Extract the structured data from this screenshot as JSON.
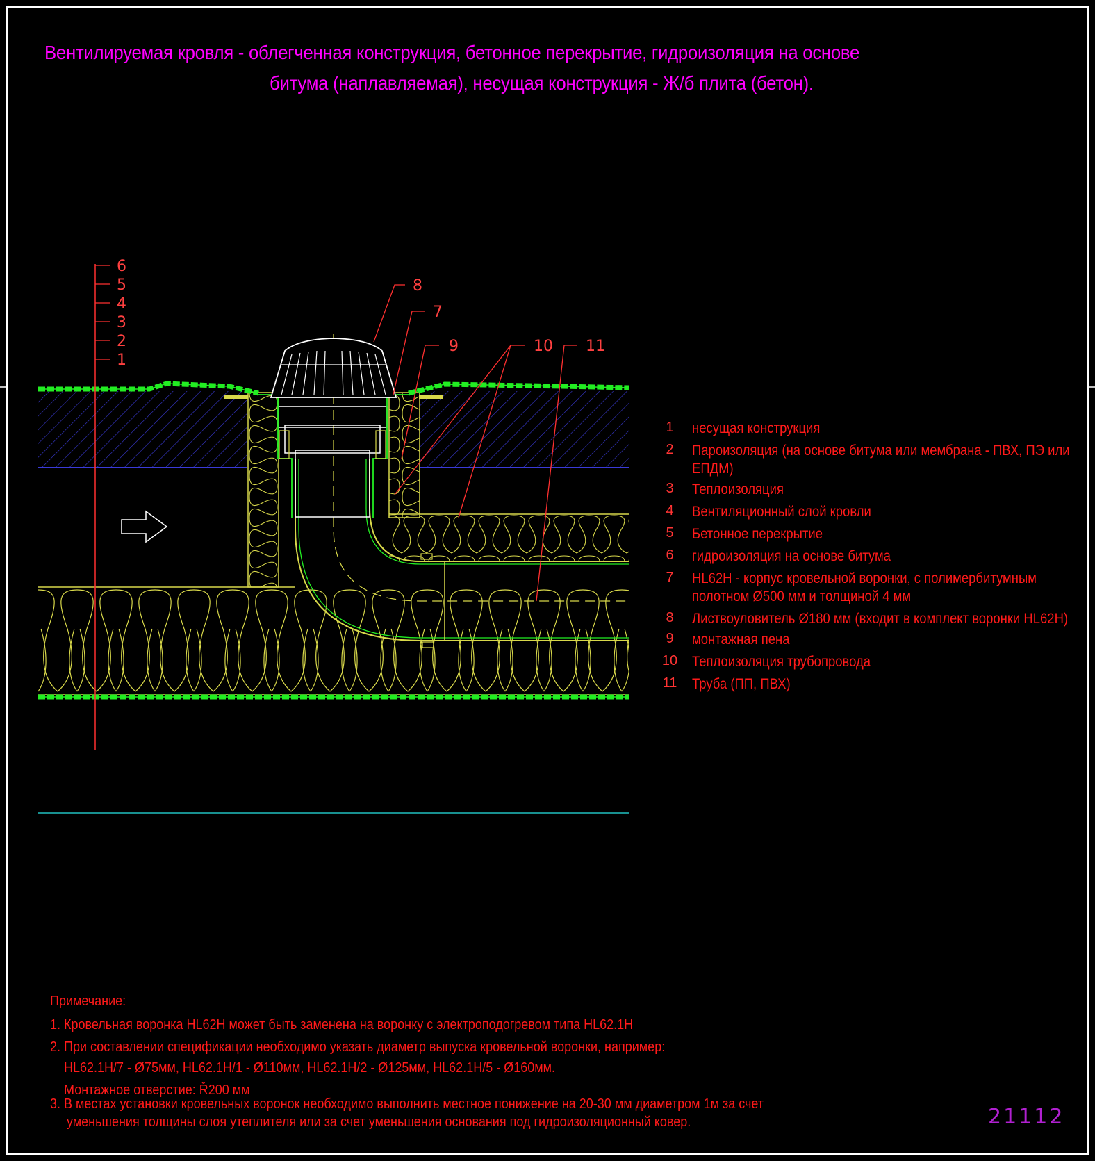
{
  "title": {
    "line1": "Вентилируемая кровля - облегченная конструкция, бетонное перекрытие, гидроизоляция на основе",
    "line2": "битума (наплавляемая), несущая конструкция - Ж/б плита (бетон)."
  },
  "layer_scale": [
    "6",
    "5",
    "4",
    "3",
    "2",
    "1"
  ],
  "callouts": [
    "8",
    "7",
    "9",
    "10",
    "11"
  ],
  "legend": [
    {
      "num": "1",
      "text": "несущая конструкция"
    },
    {
      "num": "2",
      "text": "Пароизоляция (на основе битума или мембрана - ПВХ, ПЭ или",
      "text2": "ЕПДМ)"
    },
    {
      "num": "3",
      "text": "Теплоизоляция"
    },
    {
      "num": "4",
      "text": "Вентиляционный слой кровли"
    },
    {
      "num": "5",
      "text": "Бетонное перекрытие"
    },
    {
      "num": "6",
      "text": "гидроизоляция на основе битума"
    },
    {
      "num": "7",
      "text": "HL62H - корпус кровельной воронки, с полимербитумным",
      "text2": "полотном Ø500 мм и толщиной 4 мм"
    },
    {
      "num": "8",
      "text": "Листвоуловитель Ø180 мм (входит в комплект воронки HL62H)"
    },
    {
      "num": "9",
      "text": "монтажная пена"
    },
    {
      "num": "10",
      "text": "Теплоизоляция трубопровода"
    },
    {
      "num": "11",
      "text": "Труба (ПП, ПВХ)"
    }
  ],
  "notes": {
    "heading": "Примечание:",
    "n1": "1. Кровельная воронка HL62H может быть заменена на воронку с электроподогревом типа HL62.1H",
    "n2": "2. При составлении спецификации необходимо указать диаметр выпуска кровельной воронки, например:",
    "n2b": "HL62.1H/7 - Ø75мм, HL62.1H/1 - Ø110мм, HL62.1H/2 - Ø125мм, HL62.1H/5 - Ø160мм.",
    "n2c": "Монтажное отверстие: Ř200 мм",
    "n3": "3. В местах установки кровельных воронок необходимо выполнить местное понижение на 20-30 мм диаметром 1м за счет",
    "n3b": "уменьшения толщины слоя утеплителя или за счет уменьшения основания под гидроизоляционный ковер."
  },
  "drawing_code": "21112",
  "colors": {
    "title": "#ff00ff",
    "legend": "#ff1a1a",
    "waterproofing": "#22ee22",
    "insulation": "#d8d84a",
    "concrete_hatch": "#3a3ad8",
    "leader": "#ff3030",
    "frame": "#ffffff",
    "cyan_line": "#20c0c0",
    "code": "#b020d0"
  }
}
